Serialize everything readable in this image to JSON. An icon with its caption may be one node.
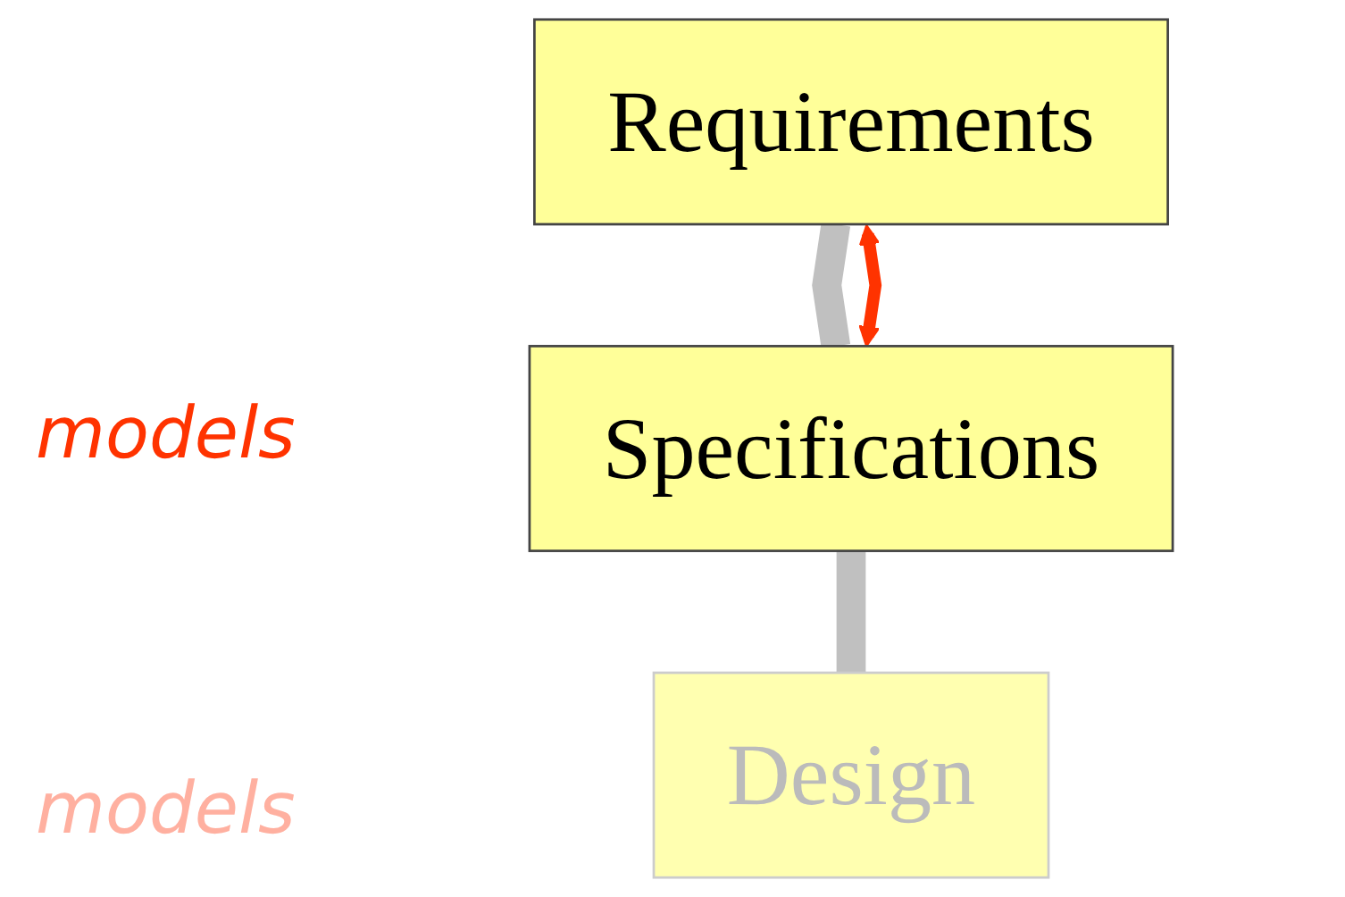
{
  "diagram": {
    "nodes": [
      {
        "text": [
          "Requirements"
        ]
      },
      {
        "text": [
          "Specifications"
        ]
      },
      {
        "text": [
          "Design"
        ]
      }
    ],
    "edges": [
      {
        "from": 0,
        "to": 1,
        "arrow": "none"
      },
      {
        "from": 1,
        "to": 2,
        "arrow": "none"
      },
      {
        "from": 0,
        "to": 1,
        "arrow": "both",
        "color": "#ff3300"
      }
    ],
    "labels": [
      "models",
      "models"
    ]
  }
}
